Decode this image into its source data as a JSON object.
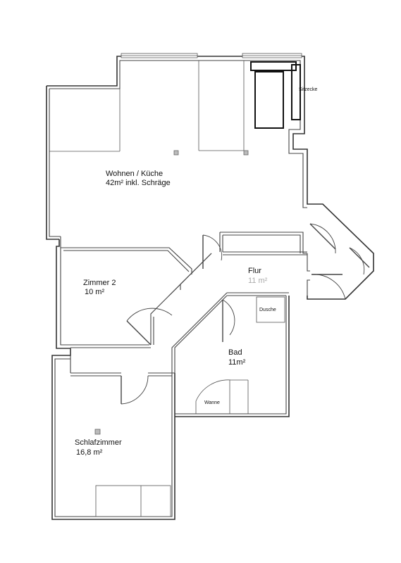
{
  "rooms": {
    "living": {
      "name": "Wohnen / Küche",
      "area": "42m² inkl. Schräge"
    },
    "room2": {
      "name": "Zimmer 2",
      "area": "10 m²"
    },
    "hall": {
      "name": "Flur",
      "area": "11 m²"
    },
    "bath": {
      "name": "Bad",
      "area": "11m²"
    },
    "bedroom": {
      "name": "Schlafzimmer",
      "area": "16,8 m²"
    }
  },
  "fixtures": {
    "seating": "Sitzecke",
    "shower": "Dusche",
    "tub": "Wanne"
  }
}
